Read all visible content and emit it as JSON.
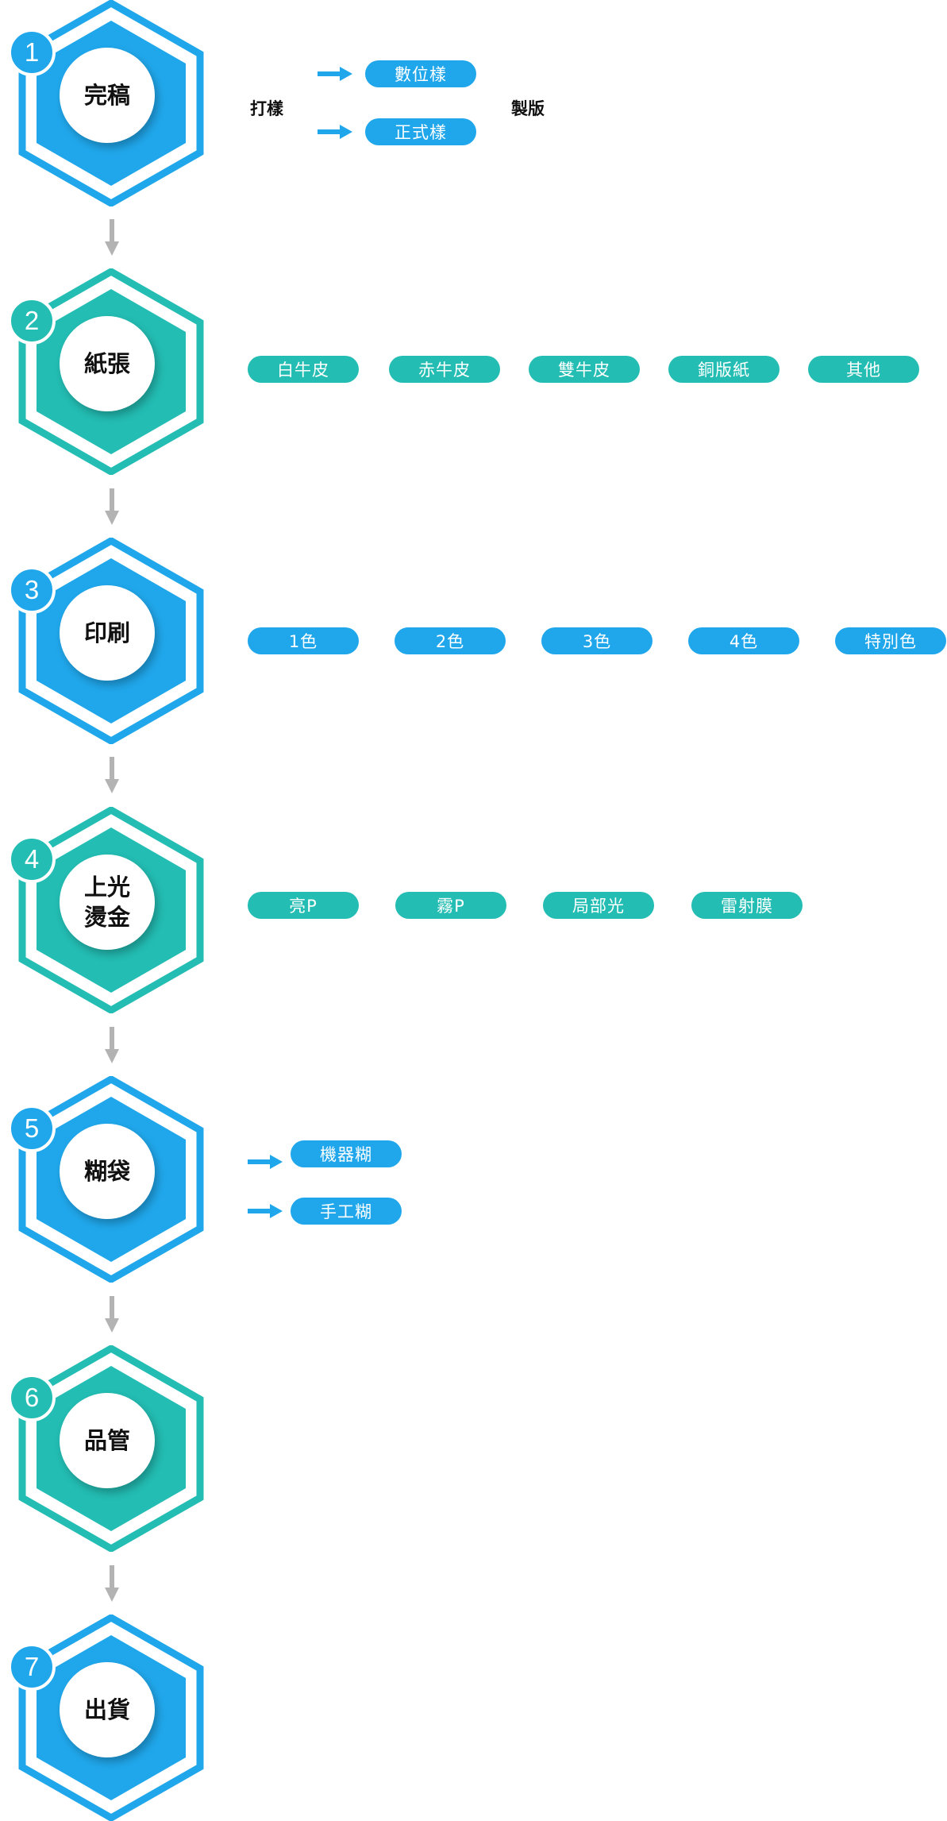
{
  "colors": {
    "blue": "#20A7EB",
    "teal": "#23BDB3",
    "arrow_gray": "#B3B3B3"
  },
  "steps": [
    {
      "number": "1",
      "label": "完稿"
    },
    {
      "number": "2",
      "label": "紙張"
    },
    {
      "number": "3",
      "label": "印刷"
    },
    {
      "number": "4",
      "line1": "上光",
      "line2": "燙金"
    },
    {
      "number": "5",
      "label": "糊袋"
    },
    {
      "number": "6",
      "label": "品管"
    },
    {
      "number": "7",
      "label": "出貨"
    }
  ],
  "step1": {
    "proof_label": "打樣",
    "digital": "數位樣",
    "formal": "正式樣",
    "plate_label": "製版"
  },
  "step2": {
    "options": [
      "白牛皮",
      "赤牛皮",
      "雙牛皮",
      "銅版紙",
      "其他"
    ]
  },
  "step3": {
    "options": [
      "1色",
      "2色",
      "3色",
      "4色",
      "特別色"
    ]
  },
  "step4": {
    "options": [
      "亮P",
      "霧P",
      "局部光",
      "雷射膜"
    ]
  },
  "step5": {
    "machine": "機器糊",
    "manual": "手工糊"
  }
}
